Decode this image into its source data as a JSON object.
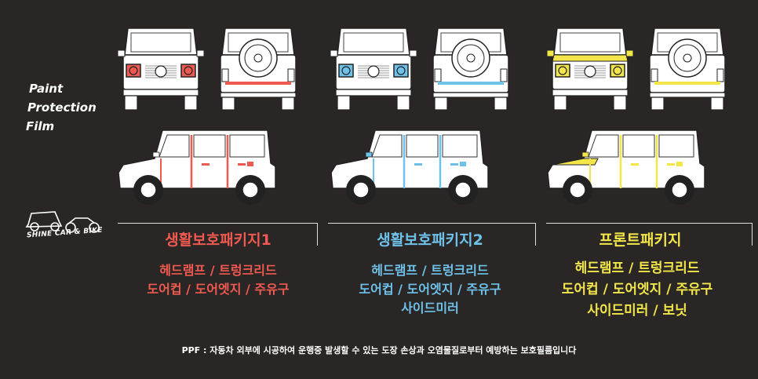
{
  "heading": {
    "lines": [
      "Paint",
      "Protection",
      "Film"
    ]
  },
  "logo": {
    "text": "SHINE CAR & BIKE"
  },
  "packages": [
    {
      "title": "생활보호패키지1",
      "color": "#ef5a50",
      "lines": [
        "헤드램프 / 트렁크리드",
        "도어컵 / 도어엣지 / 주유구"
      ]
    },
    {
      "title": "생활보호패키지2",
      "color": "#6ec2ea",
      "lines": [
        "헤드램프 / 트렁크리드",
        "도어컵 / 도어엣지 / 주유구",
        "사이드미러"
      ]
    },
    {
      "title": "프론트패키지",
      "color": "#f3e64a",
      "lines": [
        "헤드램프 / 트렁크리드",
        "도어컵 / 도어엣지 / 주유구",
        "사이드미러 / 보닛"
      ]
    }
  ],
  "footer": {
    "text": "PPF : 자동차 외부에 시공하여 운행중 발생할 수 있는 도장 손상과 오염물질로부터 예방하는 보호필름입니다"
  }
}
